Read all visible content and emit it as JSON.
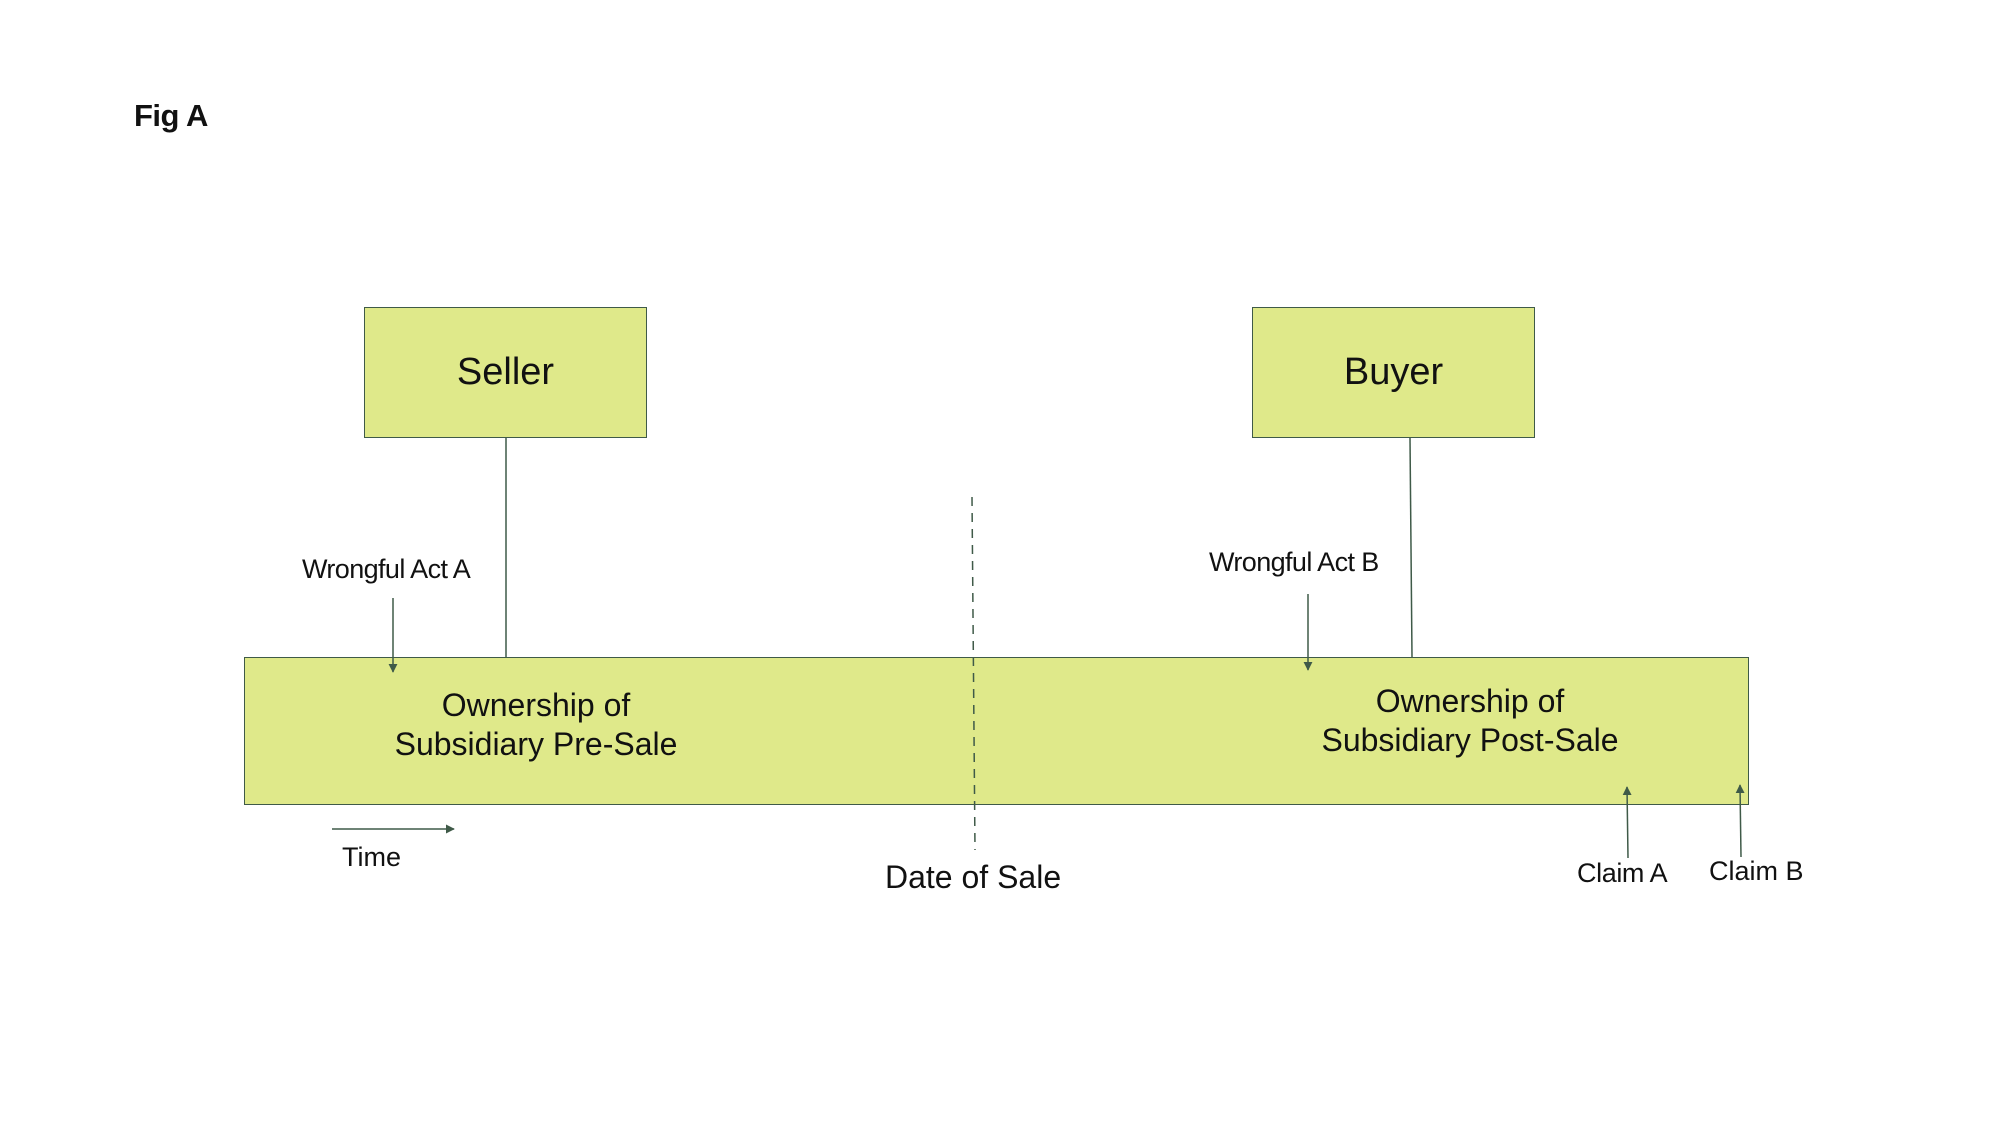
{
  "figure": {
    "title": "Fig A"
  },
  "parties": {
    "seller": "Seller",
    "buyer": "Buyer"
  },
  "timeline": {
    "pre_sale_line1": "Ownership of",
    "pre_sale_line2": "Subsidiary Pre-Sale",
    "post_sale_line1": "Ownership of",
    "post_sale_line2": "Subsidiary Post-Sale",
    "time_label": "Time",
    "date_of_sale": "Date of Sale"
  },
  "events": {
    "wrongful_act_a": "Wrongful Act A",
    "wrongful_act_b": "Wrongful Act B",
    "claim_a": "Claim A",
    "claim_b": "Claim B"
  },
  "colors": {
    "box_fill": "#dfe98a",
    "line": "#3f5a48",
    "text": "#111111"
  }
}
